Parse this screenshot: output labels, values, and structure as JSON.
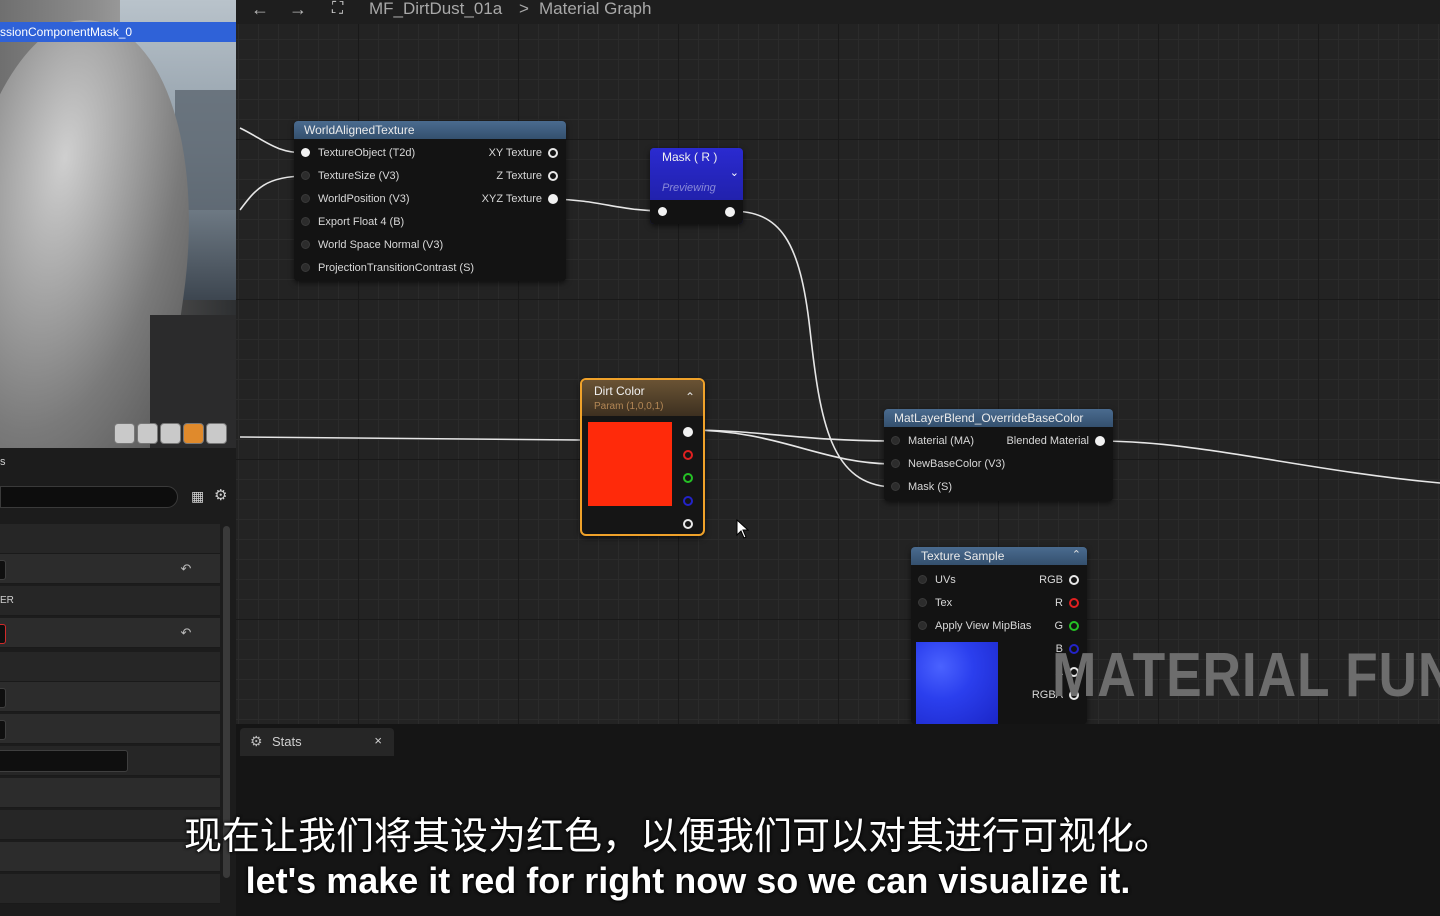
{
  "viewport": {
    "title": "ssionComponentMask_0",
    "toolbar_icons": [
      "cylinder-icon",
      "sphere-icon",
      "plane-icon",
      "cube-icon",
      "teapot-icon"
    ]
  },
  "details": {
    "header": "s",
    "row_label_er": "ER"
  },
  "breadcrumb": {
    "asset": "MF_DirtDust_01a",
    "separator": ">",
    "graph": "Material Graph"
  },
  "nodes": {
    "world_aligned": {
      "title": "WorldAlignedTexture",
      "inputs": [
        "TextureObject (T2d)",
        "TextureSize (V3)",
        "WorldPosition (V3)",
        "Export Float 4 (B)",
        "World Space Normal (V3)",
        "ProjectionTransitionContrast (S)"
      ],
      "outputs": [
        "XY Texture",
        "Z Texture",
        "XYZ Texture"
      ]
    },
    "mask": {
      "title": "Mask ( R )",
      "subtitle": "Previewing"
    },
    "dirt_color": {
      "title": "Dirt Color",
      "subtitle": "Param (1,0,0,1)",
      "swatch_color": "#ff2a0a"
    },
    "layer_blend": {
      "title": "MatLayerBlend_OverrideBaseColor",
      "inputs": [
        "Material (MA)",
        "NewBaseColor (V3)",
        "Mask (S)"
      ],
      "output": "Blended Material"
    },
    "texture_sample": {
      "title": "Texture Sample",
      "inputs": [
        "UVs",
        "Tex",
        "Apply View MipBias"
      ],
      "outputs": [
        "RGB",
        "R",
        "G",
        "B",
        "A",
        "RGBA"
      ]
    }
  },
  "watermark": "MATERIAL FUN",
  "bottom": {
    "stats_label": "Stats",
    "close_glyph": "×"
  },
  "subtitles": {
    "zh": "现在让我们将其设为红色，以便我们可以对其进行可视化。",
    "en": "let's make it red for right now so we can visualize it."
  },
  "colors": {
    "accent_blue": "#2f62d8",
    "node_selected": "#f0a22a",
    "mask_node": "#2a2ad0",
    "pin_red": "#e02020",
    "pin_green": "#25c125",
    "pin_blue": "#2323c8"
  }
}
